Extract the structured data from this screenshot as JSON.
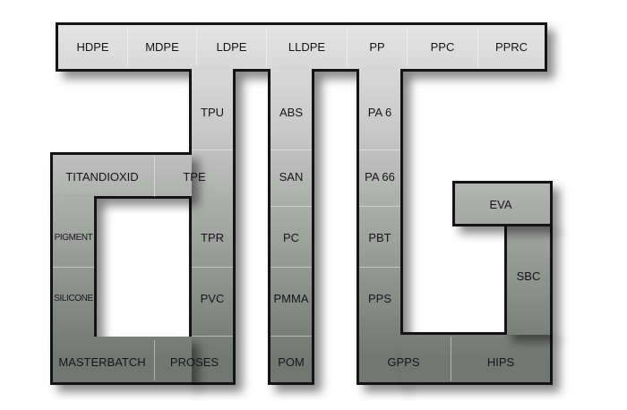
{
  "items": {
    "hdpe": "HDPE",
    "mdpe": "MDPE",
    "ldpe": "LDPE",
    "lldpe": "LLDPE",
    "pp": "PP",
    "ppc": "PPC",
    "pprc": "PPRC",
    "tpu": "TPU",
    "abs": "ABS",
    "pa6": "PA 6",
    "titandioxid": "TITANDIOXID",
    "tpe": "TPE",
    "san": "SAN",
    "pa66": "PA 66",
    "eva": "EVA",
    "pigment": "PIGMENT",
    "tpr": "TPR",
    "pc": "PC",
    "pbt": "PBT",
    "sbc": "SBC",
    "silicone": "SILICONE",
    "pvc": "PVC",
    "pmma": "PMMA",
    "pps": "PPS",
    "masterbatch": "MASTERBATCH",
    "proses": "PROSES",
    "pom": "POM",
    "gpps": "GPPS",
    "hips": "HIPS"
  }
}
